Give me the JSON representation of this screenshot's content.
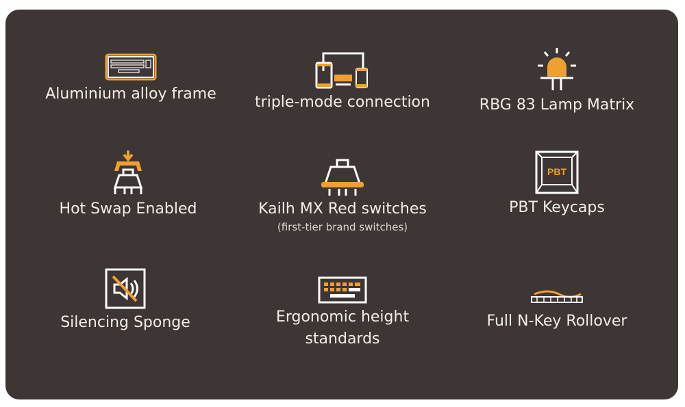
{
  "features": [
    {
      "label": "Aluminium alloy frame",
      "icon": "keyboard-icon"
    },
    {
      "label": "triple-mode connection",
      "icon": "devices-icon"
    },
    {
      "label": "RBG 83 Lamp Matrix",
      "icon": "led-lamp-icon"
    },
    {
      "label": "Hot Swap Enabled",
      "icon": "hot-swap-icon"
    },
    {
      "label": "Kailh MX Red switches",
      "sub": "(first-tier brand switches)",
      "icon": "switch-icon"
    },
    {
      "label": "PBT Keycaps",
      "icon": "keycap-icon",
      "icon_text": "PBT"
    },
    {
      "label": "Silencing Sponge",
      "icon": "mute-speaker-icon"
    },
    {
      "label": "Ergonomic height standards",
      "icon": "keyboard-colored-icon"
    },
    {
      "label": "Full N-Key Rollover",
      "icon": "keyboard-side-icon"
    }
  ],
  "colors": {
    "background": "#3d3635",
    "accent": "#f0a030",
    "text": "#f1ede8"
  }
}
